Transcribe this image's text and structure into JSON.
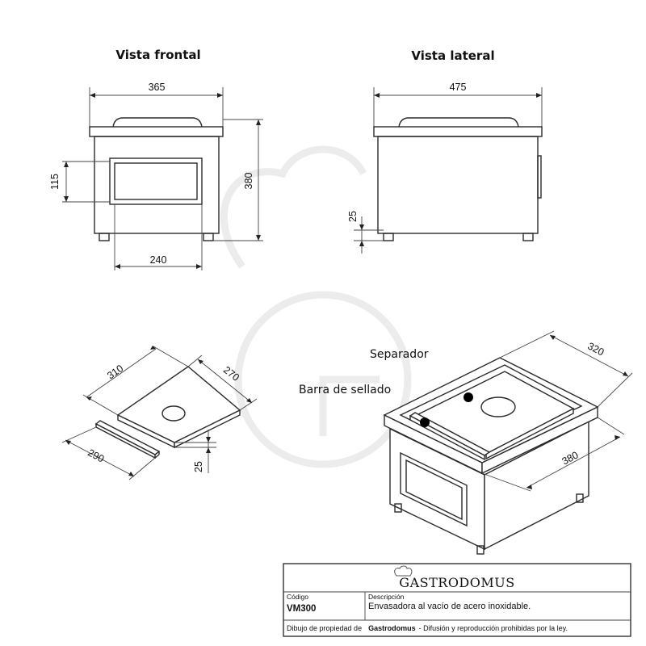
{
  "views": {
    "front": {
      "title": "Vista frontal",
      "width": "365",
      "window_height": "115",
      "height": "380",
      "window_width": "240"
    },
    "side": {
      "title": "Vista lateral",
      "depth": "475",
      "foot_height": "25"
    },
    "separator": {
      "length": "310",
      "width": "270",
      "bar_length": "290",
      "thickness": "25"
    },
    "iso": {
      "label_separator": "Separador",
      "label_bar": "Barra de sellado",
      "depth": "320",
      "width": "380"
    }
  },
  "title_block": {
    "brand": "GASTRODOMUS",
    "code_label": "Código",
    "code": "VM300",
    "description_label": "Descripción",
    "description": "Envasadora al vacío de acero inoxidable.",
    "footer_prefix": "Dibujo de propiedad de",
    "footer_brand": "Gastrodomus",
    "footer_suffix": " - Difusión y reproducción prohibidas por la ley."
  },
  "colors": {
    "line": "#2a2a2a",
    "watermark": "#ececec",
    "dot": "#000000"
  }
}
